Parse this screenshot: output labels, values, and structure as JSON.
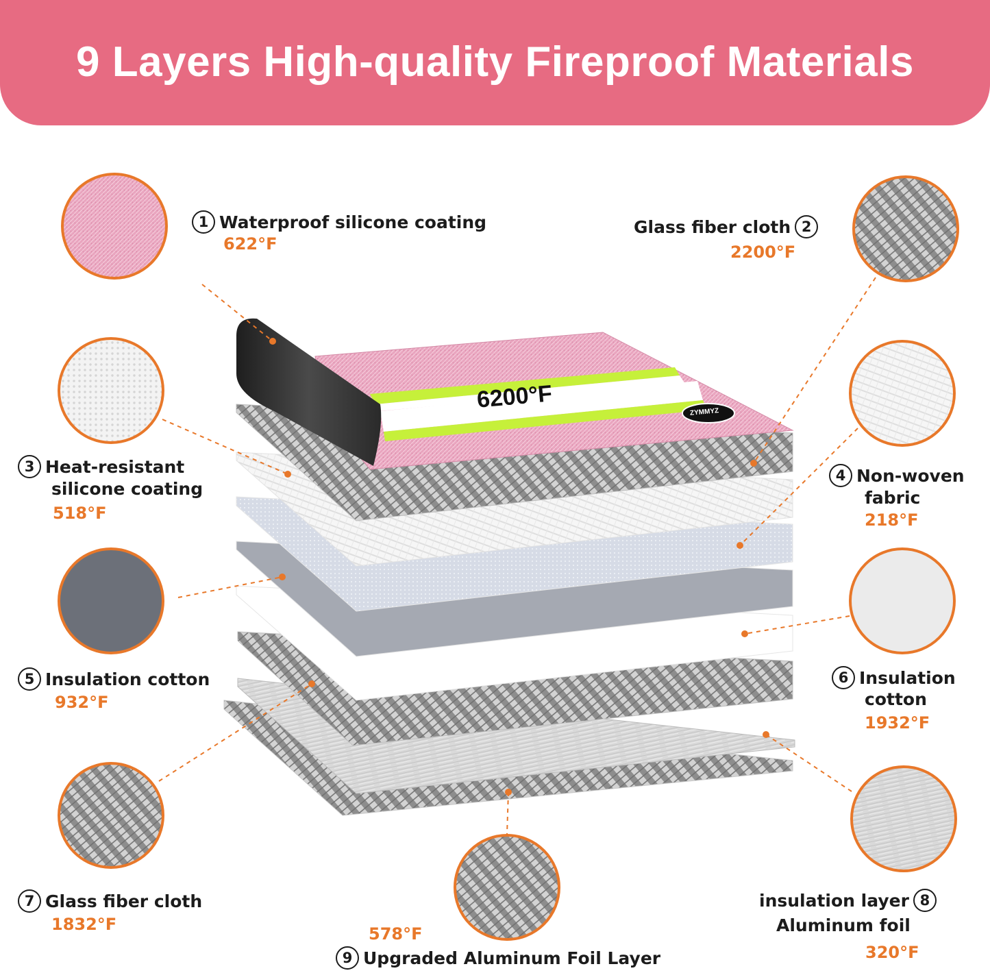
{
  "header": {
    "title": "9 Layers High-quality Fireproof Materials"
  },
  "product": {
    "heat_label": "6200°F",
    "brand_badge": "ZYMMYZ"
  },
  "colors": {
    "banner": "#e76b82",
    "accent_orange": "#e8782a",
    "circle_border": "#e8782a"
  },
  "layers": [
    {
      "number": "1",
      "name": "Waterproof silicone coating",
      "temp": "622°F",
      "swatch": "pink-fabric"
    },
    {
      "number": "2",
      "name": "Glass fiber cloth",
      "temp": "2200°F",
      "swatch": "grey-weave"
    },
    {
      "number": "3",
      "name_lines": [
        "Heat-resistant",
        "silicone coating"
      ],
      "temp": "518°F",
      "swatch": "white-dot-mesh"
    },
    {
      "number": "4",
      "name_lines": [
        "Non-woven",
        "fabric"
      ],
      "temp": "218°F",
      "swatch": "white-mesh"
    },
    {
      "number": "5",
      "name": "Insulation cotton",
      "temp": "932°F",
      "swatch": "dark-grey"
    },
    {
      "number": "6",
      "name_lines": [
        "Insulation",
        "cotton"
      ],
      "temp": "1932°F",
      "swatch": "light-grey"
    },
    {
      "number": "7",
      "name": "Glass fiber cloth",
      "temp": "1832°F",
      "swatch": "grey-weave"
    },
    {
      "number": "8",
      "name_lines": [
        "insulation layer",
        "Aluminum foil"
      ],
      "temp": "320°F",
      "swatch": "brushed-metal"
    },
    {
      "number": "9",
      "name": "Upgraded Aluminum Foil Layer",
      "temp": "578°F",
      "swatch": "grey-weave"
    }
  ]
}
